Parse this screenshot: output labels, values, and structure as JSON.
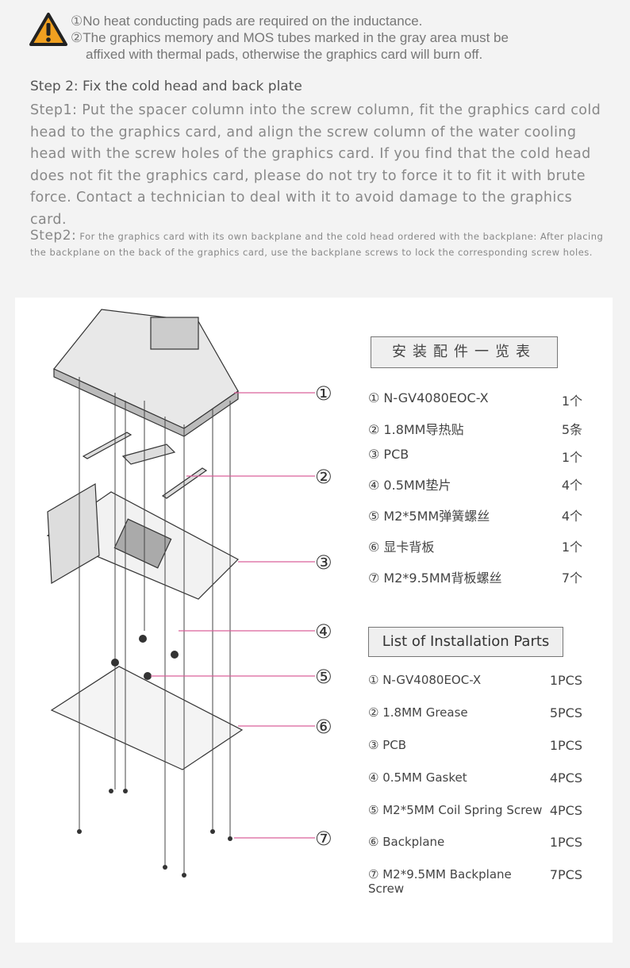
{
  "warning": {
    "lines": [
      "①No heat conducting pads are required on the inductance.",
      "②The graphics memory and MOS tubes marked in the gray area must be",
      "affixed with thermal pads, otherwise the graphics card will burn off."
    ]
  },
  "step_title": "Step 2: Fix the cold head and back plate",
  "step1": "Step1: Put the spacer column into the screw column, fit the graphics card cold head to the graphics card, and align the screw column of the water cooling head with the screw holes of the graphics card. If you find that the cold head does not fit the graphics card, please do not try to force it to fit it with brute force. Contact a technician to deal with it to avoid damage to the graphics card.",
  "step2": {
    "lead": "Step2:",
    "text": "For the graphics card with its own backplane and the cold head ordered with the backplane: After placing the backplane on the back of the graphics card, use the backplane screws to lock the corresponding screw holes."
  },
  "diagram": {
    "callouts": [
      "①",
      "②",
      "③",
      "④",
      "⑤",
      "⑥",
      "⑦"
    ],
    "callout_color": "#d9609a"
  },
  "parts_cn": {
    "title": "安装配件一览表",
    "items": [
      {
        "name": "① N-GV4080EOC-X",
        "qty": "1个"
      },
      {
        "name": "② 1.8MM导热贴",
        "qty": "5条"
      },
      {
        "name": "③ PCB",
        "qty": "1个"
      },
      {
        "name": "④ 0.5MM垫片",
        "qty": "4个"
      },
      {
        "name": "⑤ M2*5MM弹簧螺丝",
        "qty": "4个"
      },
      {
        "name": "⑥ 显卡背板",
        "qty": "1个"
      },
      {
        "name": "⑦ M2*9.5MM背板螺丝",
        "qty": "7个"
      }
    ]
  },
  "parts_en": {
    "title": "List of Installation Parts",
    "items": [
      {
        "name": "① N-GV4080EOC-X",
        "qty": "1PCS"
      },
      {
        "name": "② 1.8MM Grease",
        "qty": "5PCS"
      },
      {
        "name": "③ PCB",
        "qty": "1PCS"
      },
      {
        "name": "④ 0.5MM Gasket",
        "qty": "4PCS"
      },
      {
        "name": "⑤ M2*5MM Coil Spring Screw",
        "qty": "4PCS"
      },
      {
        "name": "⑥ Backplane",
        "qty": "1PCS"
      },
      {
        "name": "⑦ M2*9.5MM Backplane Screw",
        "qty": "7PCS"
      }
    ]
  }
}
